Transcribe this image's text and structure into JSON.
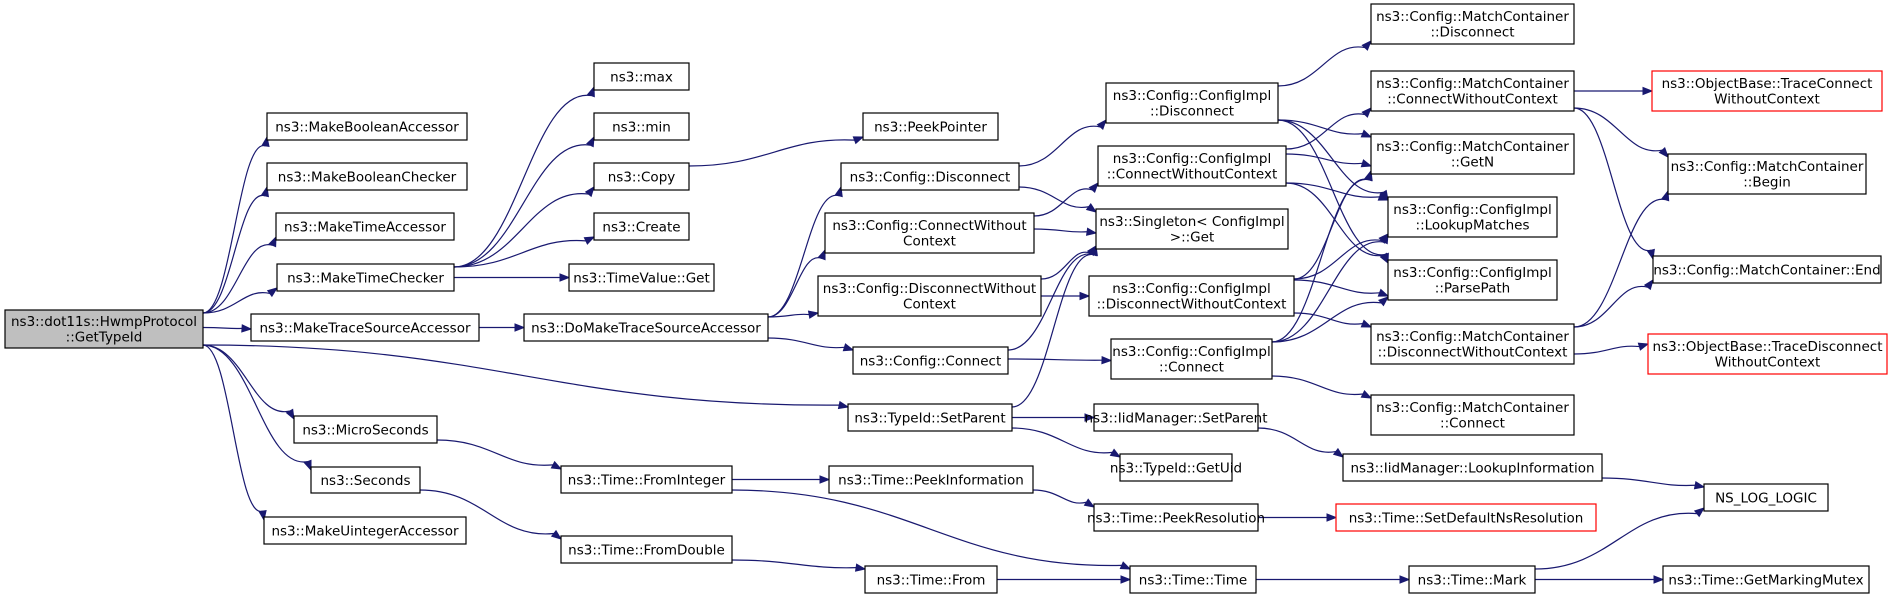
{
  "nodes": [
    {
      "id": "root",
      "lines": [
        "ns3::dot11s::HwmpProtocol",
        "::GetTypeId"
      ],
      "root": true
    },
    {
      "id": "mba",
      "lines": [
        "ns3::MakeBooleanAccessor"
      ]
    },
    {
      "id": "mbc",
      "lines": [
        "ns3::MakeBooleanChecker"
      ]
    },
    {
      "id": "mta",
      "lines": [
        "ns3::MakeTimeAccessor"
      ]
    },
    {
      "id": "mtc",
      "lines": [
        "ns3::MakeTimeChecker"
      ]
    },
    {
      "id": "mtsa",
      "lines": [
        "ns3::MakeTraceSourceAccessor"
      ]
    },
    {
      "id": "micro",
      "lines": [
        "ns3::MicroSeconds"
      ]
    },
    {
      "id": "secs",
      "lines": [
        "ns3::Seconds"
      ]
    },
    {
      "id": "mua",
      "lines": [
        "ns3::MakeUintegerAccessor"
      ]
    },
    {
      "id": "max",
      "lines": [
        "ns3::max"
      ]
    },
    {
      "id": "min",
      "lines": [
        "ns3::min"
      ]
    },
    {
      "id": "copy",
      "lines": [
        "ns3::Copy"
      ]
    },
    {
      "id": "create",
      "lines": [
        "ns3::Create"
      ]
    },
    {
      "id": "tvget",
      "lines": [
        "ns3::TimeValue::Get"
      ]
    },
    {
      "id": "dmtsa",
      "lines": [
        "ns3::DoMakeTraceSourceAccessor"
      ]
    },
    {
      "id": "setparent",
      "lines": [
        "ns3::TypeId::SetParent"
      ]
    },
    {
      "id": "fromint",
      "lines": [
        "ns3::Time::FromInteger"
      ]
    },
    {
      "id": "fromdbl",
      "lines": [
        "ns3::Time::FromDouble"
      ]
    },
    {
      "id": "peekptr",
      "lines": [
        "ns3::PeekPointer"
      ]
    },
    {
      "id": "cfgdisc",
      "lines": [
        "ns3::Config::Disconnect"
      ]
    },
    {
      "id": "cfgcwc",
      "lines": [
        "ns3::Config::ConnectWithout",
        "Context"
      ]
    },
    {
      "id": "cfgdwc",
      "lines": [
        "ns3::Config::DisconnectWithout",
        "Context"
      ]
    },
    {
      "id": "cfgconn",
      "lines": [
        "ns3::Config::Connect"
      ]
    },
    {
      "id": "peekinfo",
      "lines": [
        "ns3::Time::PeekInformation"
      ]
    },
    {
      "id": "timefrom",
      "lines": [
        "ns3::Time::From"
      ]
    },
    {
      "id": "ciDisc",
      "lines": [
        "ns3::Config::ConfigImpl",
        "::Disconnect"
      ]
    },
    {
      "id": "ciCwc",
      "lines": [
        "ns3::Config::ConfigImpl",
        "::ConnectWithoutContext"
      ]
    },
    {
      "id": "singleton",
      "lines": [
        "ns3::Singleton< ConfigImpl",
        ">::Get"
      ]
    },
    {
      "id": "ciDwc",
      "lines": [
        "ns3::Config::ConfigImpl",
        "::DisconnectWithoutContext"
      ]
    },
    {
      "id": "ciConn",
      "lines": [
        "ns3::Config::ConfigImpl",
        "::Connect"
      ]
    },
    {
      "id": "iidSetParent",
      "lines": [
        "ns3::IidManager::SetParent"
      ]
    },
    {
      "id": "getuid",
      "lines": [
        "ns3::TypeId::GetUid"
      ]
    },
    {
      "id": "peekres",
      "lines": [
        "ns3::Time::PeekResolution"
      ]
    },
    {
      "id": "timetime",
      "lines": [
        "ns3::Time::Time"
      ]
    },
    {
      "id": "mcDisc",
      "lines": [
        "ns3::Config::MatchContainer",
        "::Disconnect"
      ]
    },
    {
      "id": "mcCwc",
      "lines": [
        "ns3::Config::MatchContainer",
        "::ConnectWithoutContext"
      ]
    },
    {
      "id": "mcGetN",
      "lines": [
        "ns3::Config::MatchContainer",
        "::GetN"
      ]
    },
    {
      "id": "lookup",
      "lines": [
        "ns3::Config::ConfigImpl",
        "::LookupMatches"
      ]
    },
    {
      "id": "parse",
      "lines": [
        "ns3::Config::ConfigImpl",
        "::ParsePath"
      ]
    },
    {
      "id": "mcDwc",
      "lines": [
        "ns3::Config::MatchContainer",
        "::DisconnectWithoutContext"
      ]
    },
    {
      "id": "mcConn",
      "lines": [
        "ns3::Config::MatchContainer",
        "::Connect"
      ]
    },
    {
      "id": "lookupinfo",
      "lines": [
        "ns3::IidManager::LookupInformation"
      ]
    },
    {
      "id": "setdefres",
      "lines": [
        "ns3::Time::SetDefaultNsResolution"
      ],
      "red": true
    },
    {
      "id": "mark",
      "lines": [
        "ns3::Time::Mark"
      ]
    },
    {
      "id": "obTcwc",
      "lines": [
        "ns3::ObjectBase::TraceConnect",
        "WithoutContext"
      ],
      "red": true
    },
    {
      "id": "mcBegin",
      "lines": [
        "ns3::Config::MatchContainer",
        "::Begin"
      ]
    },
    {
      "id": "mcEnd",
      "lines": [
        "ns3::Config::MatchContainer::End"
      ]
    },
    {
      "id": "obTdwc",
      "lines": [
        "ns3::ObjectBase::TraceDisconnect",
        "WithoutContext"
      ],
      "red": true
    },
    {
      "id": "nslog",
      "lines": [
        "NS_LOG_LOGIC"
      ]
    },
    {
      "id": "getmutex",
      "lines": [
        "ns3::Time::GetMarkingMutex"
      ]
    }
  ],
  "edges": [
    [
      "root",
      "mba"
    ],
    [
      "root",
      "mbc"
    ],
    [
      "root",
      "mta"
    ],
    [
      "root",
      "mtc"
    ],
    [
      "root",
      "mtsa"
    ],
    [
      "root",
      "setparent"
    ],
    [
      "root",
      "micro"
    ],
    [
      "root",
      "secs"
    ],
    [
      "root",
      "mua"
    ],
    [
      "mtc",
      "max"
    ],
    [
      "mtc",
      "min"
    ],
    [
      "mtc",
      "copy"
    ],
    [
      "mtc",
      "create"
    ],
    [
      "mtc",
      "tvget"
    ],
    [
      "copy",
      "peekptr"
    ],
    [
      "mtsa",
      "dmtsa"
    ],
    [
      "dmtsa",
      "cfgdisc"
    ],
    [
      "dmtsa",
      "cfgcwc"
    ],
    [
      "dmtsa",
      "cfgdwc"
    ],
    [
      "dmtsa",
      "cfgconn"
    ],
    [
      "cfgdisc",
      "ciDisc"
    ],
    [
      "cfgdisc",
      "singleton"
    ],
    [
      "cfgcwc",
      "ciCwc"
    ],
    [
      "cfgcwc",
      "singleton"
    ],
    [
      "cfgdwc",
      "singleton"
    ],
    [
      "cfgdwc",
      "ciDwc"
    ],
    [
      "cfgconn",
      "singleton"
    ],
    [
      "cfgconn",
      "ciConn"
    ],
    [
      "setparent",
      "singleton"
    ],
    [
      "setparent",
      "iidSetParent"
    ],
    [
      "setparent",
      "getuid"
    ],
    [
      "micro",
      "fromint"
    ],
    [
      "secs",
      "fromdbl"
    ],
    [
      "fromint",
      "peekinfo"
    ],
    [
      "fromint",
      "timetime"
    ],
    [
      "fromdbl",
      "timefrom"
    ],
    [
      "peekinfo",
      "peekres"
    ],
    [
      "timefrom",
      "timetime"
    ],
    [
      "peekres",
      "setdefres"
    ],
    [
      "timetime",
      "mark"
    ],
    [
      "mark",
      "nslog"
    ],
    [
      "mark",
      "getmutex"
    ],
    [
      "iidSetParent",
      "lookupinfo"
    ],
    [
      "lookupinfo",
      "nslog"
    ],
    [
      "ciDisc",
      "mcDisc"
    ],
    [
      "ciDisc",
      "mcGetN"
    ],
    [
      "ciDisc",
      "lookup"
    ],
    [
      "ciDisc",
      "parse"
    ],
    [
      "ciCwc",
      "mcCwc"
    ],
    [
      "ciCwc",
      "mcGetN"
    ],
    [
      "ciCwc",
      "lookup"
    ],
    [
      "ciCwc",
      "parse"
    ],
    [
      "ciDwc",
      "mcGetN"
    ],
    [
      "ciDwc",
      "lookup"
    ],
    [
      "ciDwc",
      "parse"
    ],
    [
      "ciDwc",
      "mcDwc"
    ],
    [
      "ciConn",
      "mcGetN"
    ],
    [
      "ciConn",
      "lookup"
    ],
    [
      "ciConn",
      "parse"
    ],
    [
      "ciConn",
      "mcConn"
    ],
    [
      "mcCwc",
      "obTcwc"
    ],
    [
      "mcCwc",
      "mcBegin"
    ],
    [
      "mcCwc",
      "mcEnd"
    ],
    [
      "mcDwc",
      "mcBegin"
    ],
    [
      "mcDwc",
      "mcEnd"
    ],
    [
      "mcDwc",
      "obTdwc"
    ]
  ]
}
